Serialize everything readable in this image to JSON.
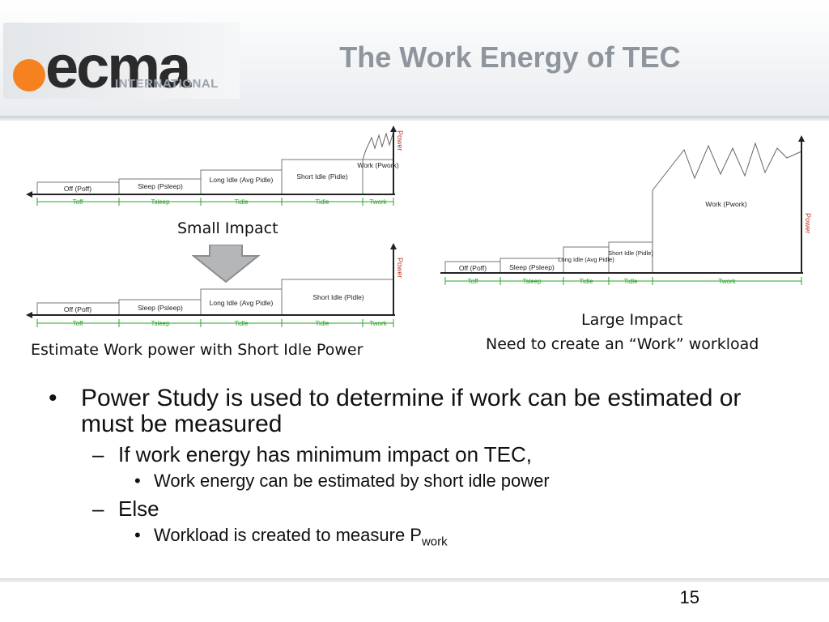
{
  "header": {
    "logo_word": "ecma",
    "logo_sub": "INTERNATIONAL",
    "title": "The Work Energy of TEC"
  },
  "colors": {
    "accent": "#f5821f",
    "title": "#8e959c",
    "axis_green": "#2aa52a"
  },
  "diagram_small": {
    "power_label": "Power",
    "segments": [
      "Off (Poff)",
      "Sleep (Psleep)",
      "Long Idle (Avg Pidle)",
      "Short Idle (Pidle)",
      "Work (Pwork)"
    ],
    "times": [
      "Toff",
      "Tsleep",
      "Tidle",
      "Tidle",
      "Twork"
    ],
    "caption": "Small Impact"
  },
  "diagram_estimate": {
    "power_label": "Power",
    "segments": [
      "Off (Poff)",
      "Sleep (Psleep)",
      "Long Idle (Avg Pidle)",
      "Short Idle (Pidle)"
    ],
    "times": [
      "Toff",
      "Tsleep",
      "Tidle",
      "Tidle",
      "Twork"
    ],
    "caption": "Estimate Work power with Short Idle Power"
  },
  "diagram_large": {
    "power_label": "Power",
    "segments": [
      "Off (Poff)",
      "Sleep (Psleep)",
      "Long Idle (Avg Pidle)",
      "Short Idle (Pidle)",
      "Work (Pwork)"
    ],
    "times": [
      "Toff",
      "Tsleep",
      "Tidle",
      "Tidle",
      "Twork"
    ],
    "caption_1": "Large Impact",
    "caption_2": "Need to create an “Work” workload"
  },
  "bullets": {
    "l1": "Power Study is used to determine if work can be estimated or must be measured",
    "l2a": "If work energy has minimum impact on TEC,",
    "l3a": "Work energy can be estimated by short idle power",
    "l2b": "Else",
    "l3b_text": "Workload is created to measure P",
    "l3b_sub": "work",
    "mark1": "•",
    "mark2": "–",
    "mark3": "•"
  },
  "footer": {
    "page_number": "15"
  }
}
